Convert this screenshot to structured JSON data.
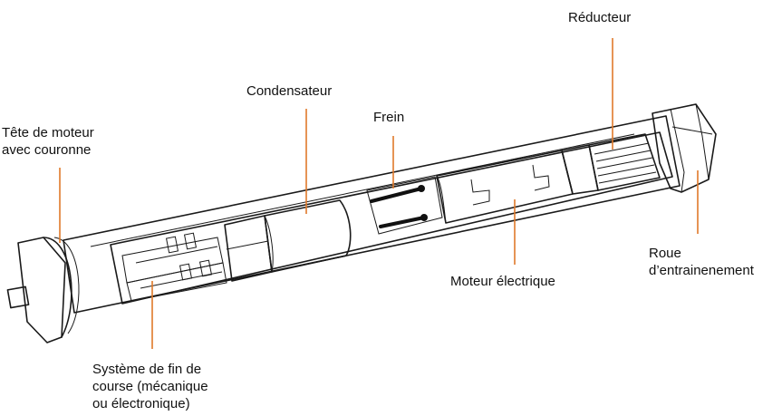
{
  "labels": {
    "reducteur": "Réducteur",
    "condensateur": "Condensateur",
    "frein": "Frein",
    "tete_line1": "Tête de moteur",
    "tete_line2": "avec couronne",
    "roue_line1": "Roue",
    "roue_line2": "d’entrainenement",
    "moteur": "Moteur électrique",
    "systeme_line1": "Système de fin de",
    "systeme_line2": "course (mécanique",
    "systeme_line3": "ou électronique)"
  },
  "colors": {
    "leader": "#e07a2a",
    "outline": "#1a1a1a",
    "text": "#111111"
  }
}
